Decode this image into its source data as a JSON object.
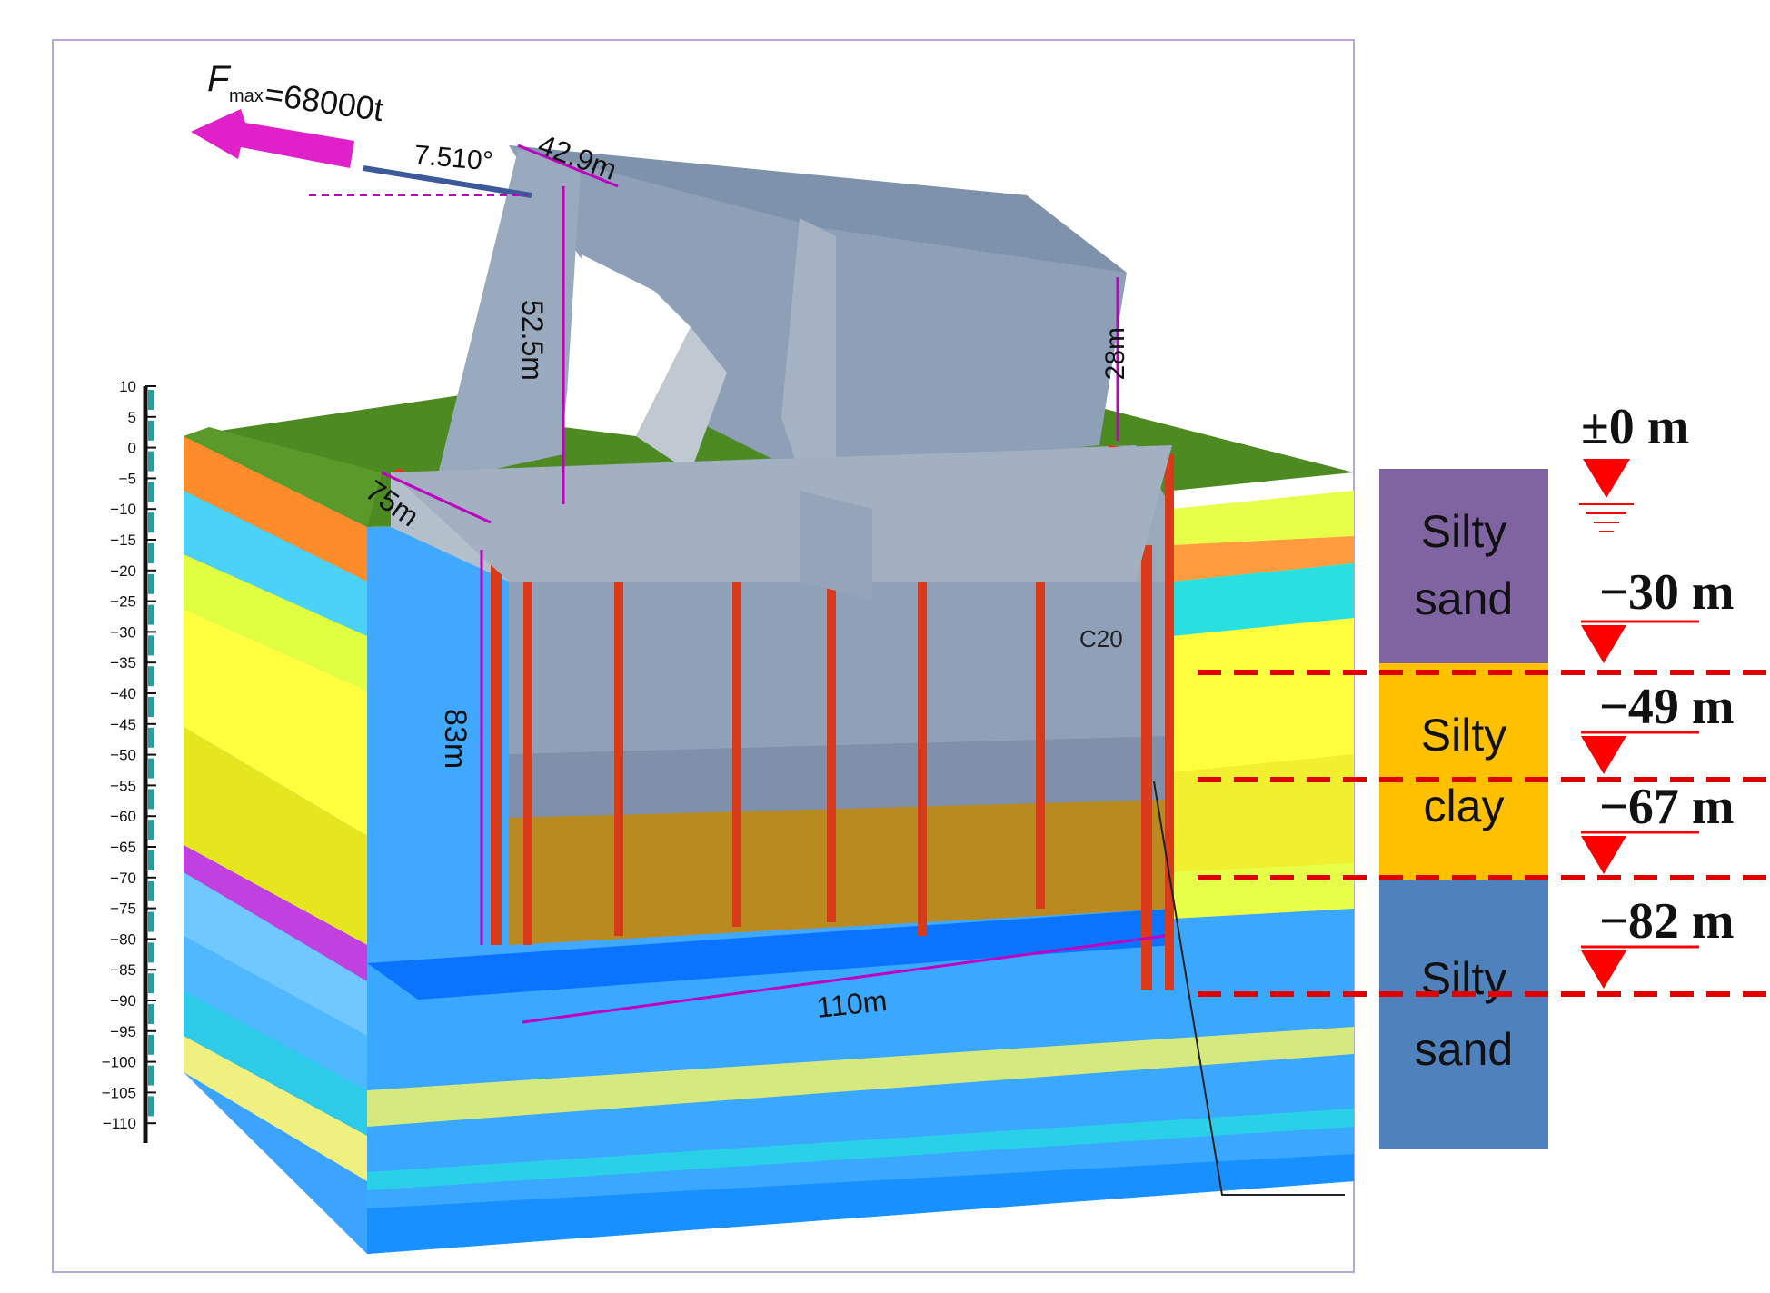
{
  "force": {
    "label_prefix": "F",
    "label_sub": "max",
    "label_value": " =68000t",
    "angle": "7.510°",
    "arrow_color": "#e020c8"
  },
  "dimensions": {
    "top_width": "42.9m",
    "tower_height": "52.5m",
    "rear_height": "28m",
    "depth": "75m",
    "wall_depth": "83m",
    "length": "110m",
    "concrete": "C20"
  },
  "depth_scale": {
    "ticks": [
      "10",
      "5",
      "0",
      "−5",
      "−10",
      "−15",
      "−20",
      "−25",
      "−30",
      "−35",
      "−40",
      "−45",
      "−50",
      "−55",
      "−60",
      "−65",
      "−70",
      "−75",
      "−80",
      "−85",
      "−90",
      "−95",
      "−100",
      "−105",
      "−110"
    ]
  },
  "soil_column": {
    "layers": [
      {
        "line1": "Silty",
        "line2": "sand",
        "color": "#8064a2"
      },
      {
        "line1": "Silty",
        "line2": "clay",
        "color": "#ffc000"
      },
      {
        "line1": "Silty",
        "line2": "sand",
        "color": "#4f81bd"
      }
    ]
  },
  "levels": [
    {
      "label": "±0 m"
    },
    {
      "label": "−30 m"
    },
    {
      "label": "−49 m"
    },
    {
      "label": "−67 m"
    },
    {
      "label": "−82 m"
    }
  ],
  "colors": {
    "level_marker": "#ff0000",
    "dashed_line": "#e00000",
    "dimension": "#c000c0",
    "steel": "#d83a1a"
  }
}
